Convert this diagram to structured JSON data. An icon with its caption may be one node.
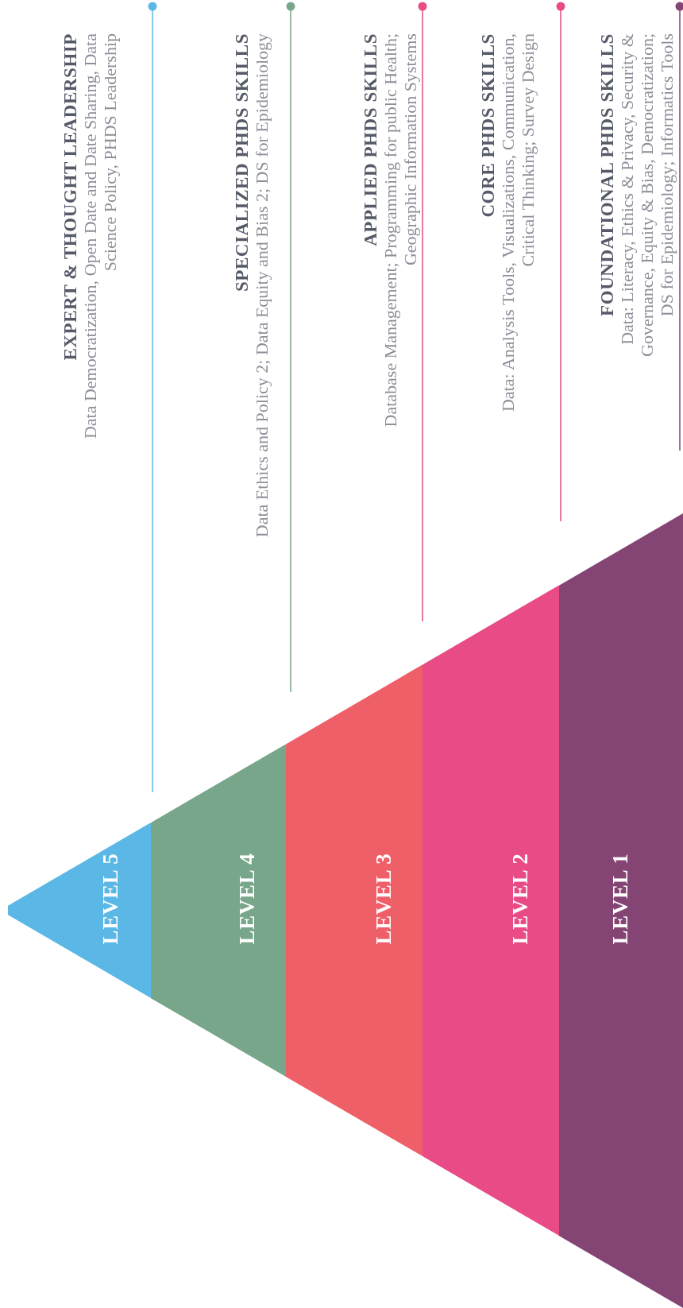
{
  "diagram": {
    "nodes": [
      {
        "text": [
          "LEVEL 5"
        ]
      },
      {
        "text": [
          "LEVEL 4"
        ]
      },
      {
        "text": [
          "LEVEL 3"
        ]
      },
      {
        "text": [
          "LEVEL 2"
        ]
      },
      {
        "text": [
          "LEVEL 1"
        ]
      },
      {
        "text": [
          "EXPERT & THOUGHT LEADERSHIP",
          "Data Democratization, Open Date and Date Sharing, Data Science Policy, PHDS Leadership"
        ]
      },
      {
        "text": [
          "SPECIALIZED PHDS SKILLS",
          "Data Ethics and Policy 2; Data Equity and Bias 2; DS for Epidemiology"
        ]
      },
      {
        "text": [
          "APPLIED PHDS SKILLS",
          "Database Management; Programming for public Health; Geographic Information Systems"
        ]
      },
      {
        "text": [
          "CORE PHDS SKILLS",
          "Data: Analysis Tools, Visualizations, Communication, Critical Thinking; Survey Design"
        ]
      },
      {
        "text": [
          "FOUNDATIONAL PHDS SKILLS",
          "Data: Literacy, Ethics & Privacy, Security & Governance, Equity & Bias, Democratization; DS for Epidemiology; Informatics Tools"
        ]
      }
    ]
  }
}
